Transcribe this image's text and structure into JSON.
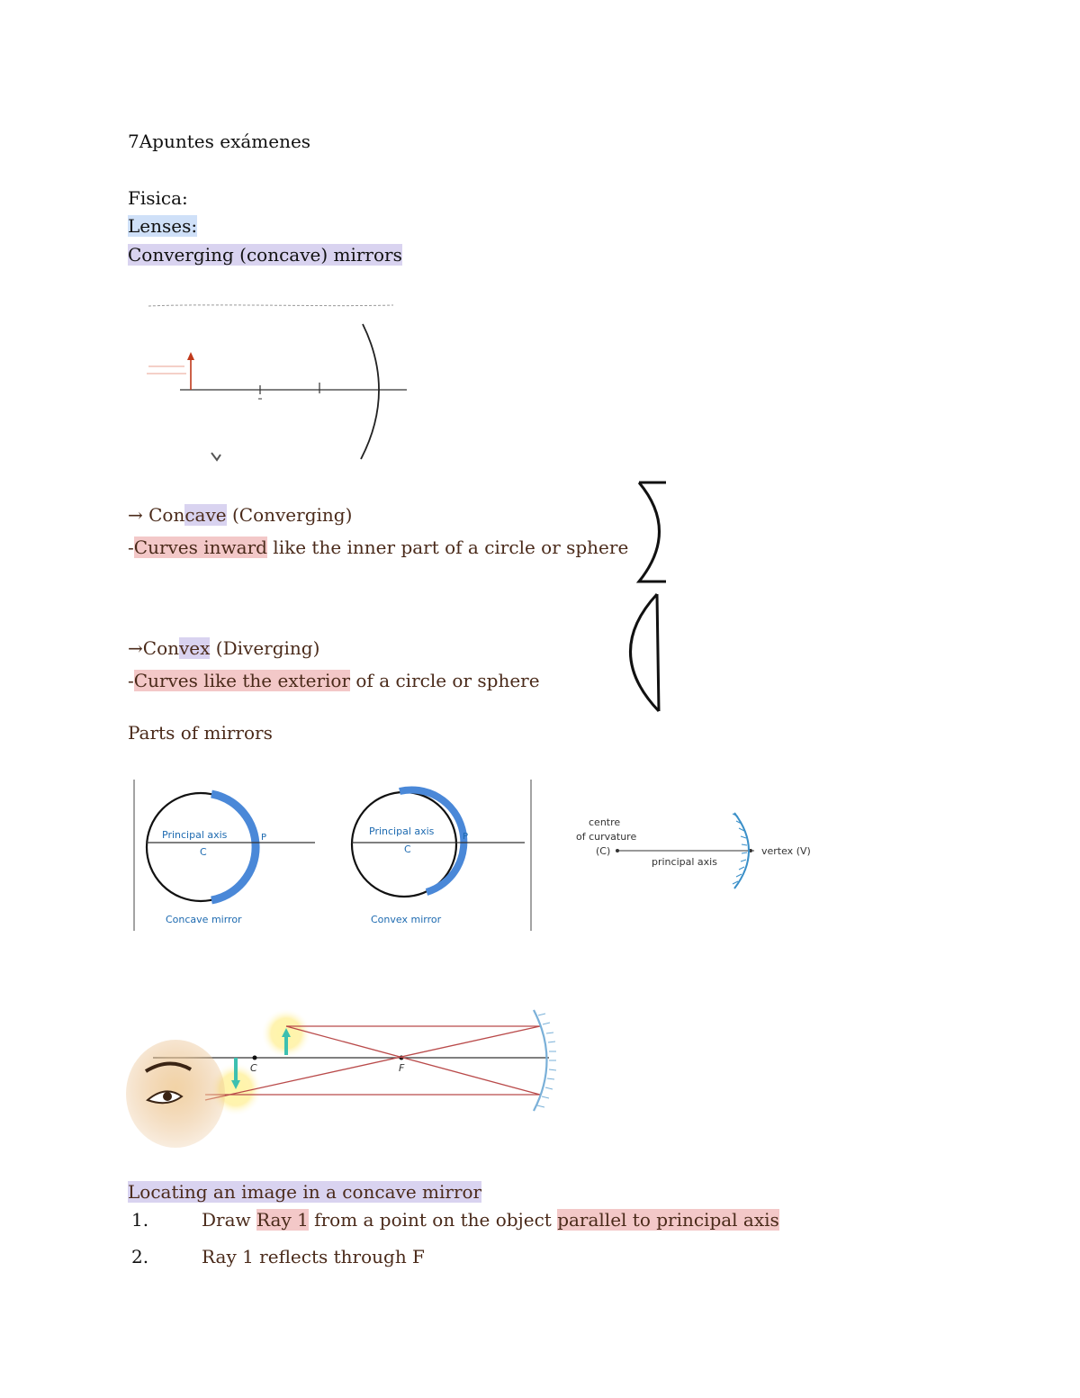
{
  "doc": {
    "title": "7Apuntes exámenes",
    "subject": "Fisica:",
    "section": "Lenses:",
    "subsection": "Converging (concave) mirrors"
  },
  "concave": {
    "arrow": "→ ",
    "pre": "Con",
    "hl": "cave",
    "post": " (Converging)",
    "desc_dash": "-",
    "desc_hl": "Curves inward",
    "desc_rest": " like the inner part of a circle or sphere"
  },
  "convex": {
    "arrow": "→",
    "pre": "Con",
    "hl": "vex",
    "post": " (Diverging)",
    "desc_dash": "-",
    "desc_hl": "Curves like the exterior",
    "desc_rest": " of a circle or sphere"
  },
  "parts_heading": "Parts of mirrors",
  "figure_parts": {
    "concave_axis": "Principal axis",
    "concave_c": "C",
    "concave_p": "P",
    "concave_caption": "Concave mirror",
    "convex_axis": "Principal axis",
    "convex_c": "C",
    "convex_p": "P",
    "convex_caption": "Convex mirror",
    "centre": "centre",
    "curvature": "of curvature",
    "c_label": "(C)",
    "principal_axis": "principal axis",
    "vertex": "vertex (V)"
  },
  "ray_figure": {
    "c_label": "C",
    "f_label": "F"
  },
  "locating": {
    "heading": "Locating an image in a concave mirror",
    "steps": [
      {
        "num": "1.",
        "pre": "Draw ",
        "hl1": "Ray 1",
        "mid": " from a point on the object ",
        "hl2": "parallel to principal axis"
      },
      {
        "num": "2.",
        "text": "Ray 1 reflects through F"
      }
    ]
  }
}
